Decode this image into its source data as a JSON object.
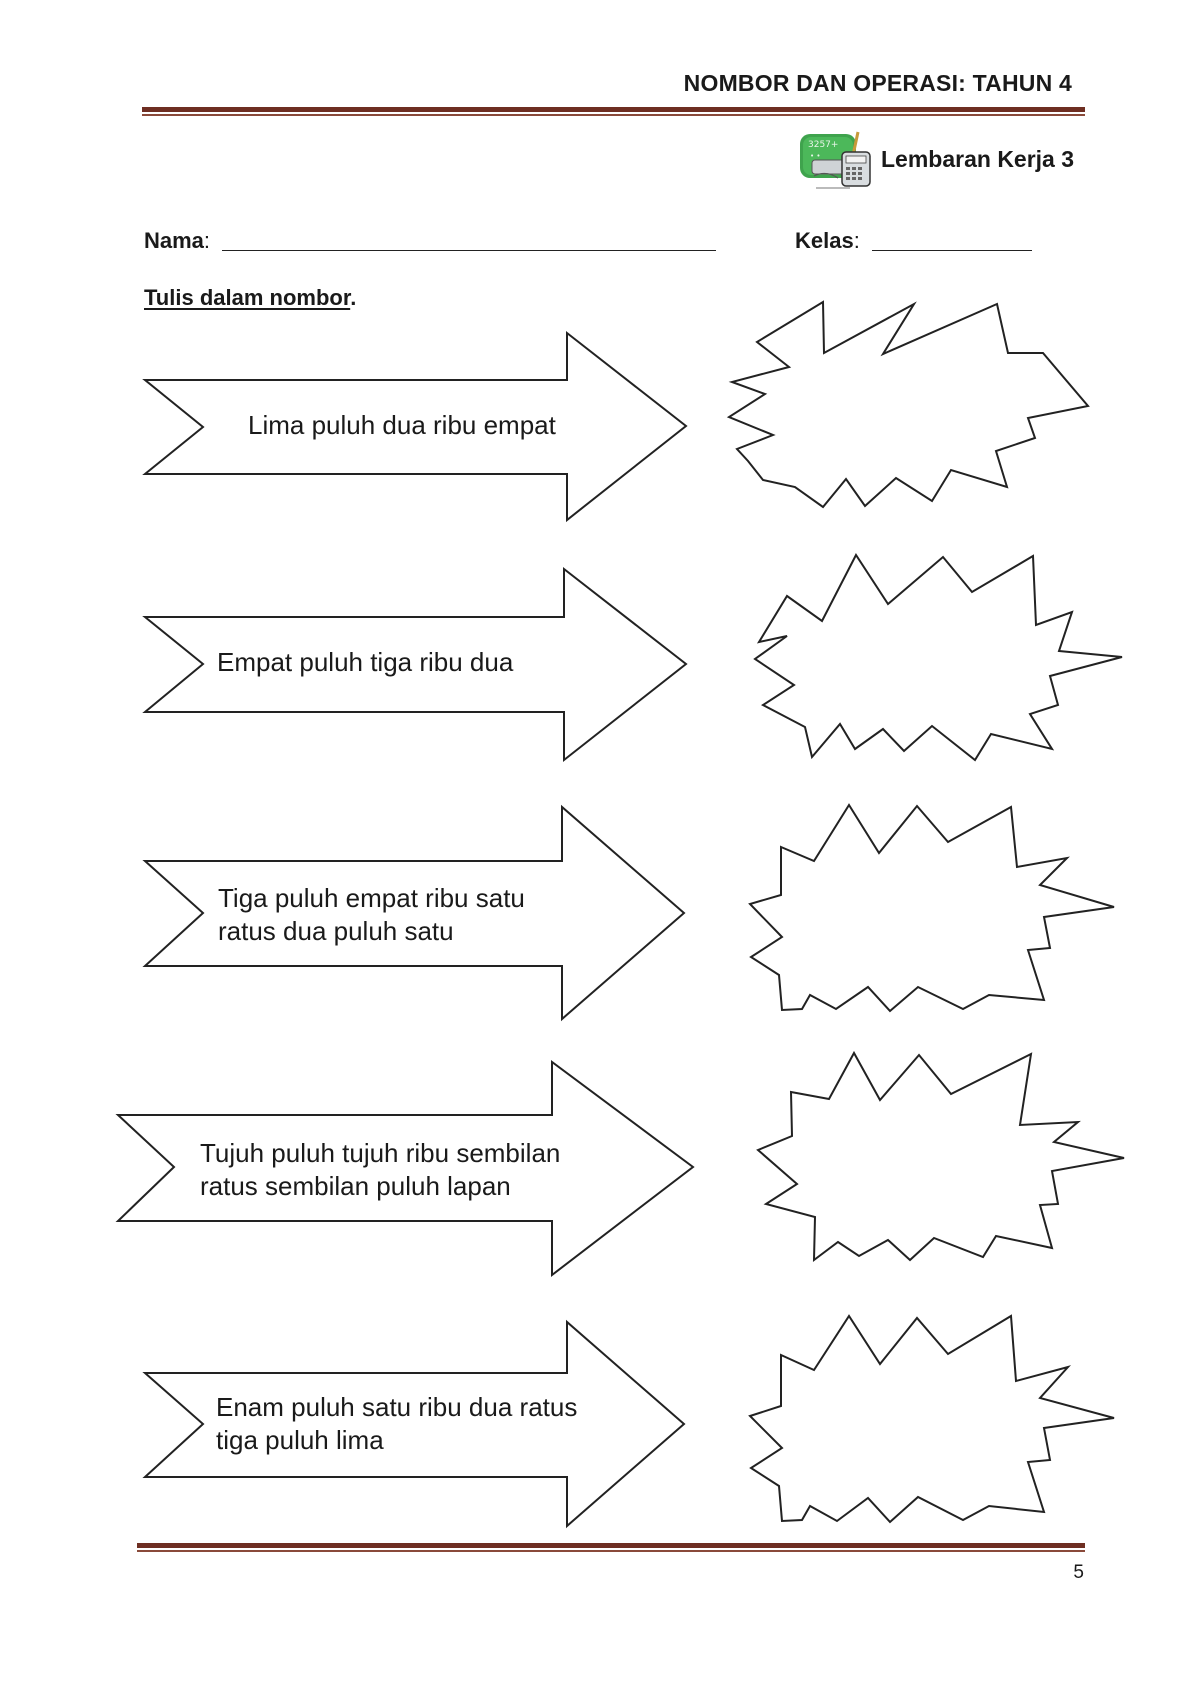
{
  "header": {
    "title": "NOMBOR DAN OPERASI: TAHUN 4",
    "rule_color": "#6e2e22"
  },
  "worksheet": {
    "title": "Lembaran Kerja 3",
    "icon": "calculator-chalkboard-icon",
    "icon_text": "3257+"
  },
  "form": {
    "name_label": "Nama",
    "class_label": "Kelas",
    "colon": ":"
  },
  "instruction": {
    "text": "Tulis dalam nombor",
    "punct": "."
  },
  "items": [
    {
      "lines": [
        "Lima puluh dua ribu empat"
      ]
    },
    {
      "lines": [
        "Empat puluh tiga ribu dua"
      ]
    },
    {
      "lines": [
        "Tiga puluh empat ribu satu",
        "ratus dua puluh satu"
      ]
    },
    {
      "lines": [
        "Tujuh puluh tujuh ribu sembilan",
        "ratus sembilan puluh lapan"
      ]
    },
    {
      "lines": [
        "Enam puluh satu ribu dua ratus",
        "tiga puluh lima"
      ]
    }
  ],
  "footer": {
    "page_number": "5"
  }
}
